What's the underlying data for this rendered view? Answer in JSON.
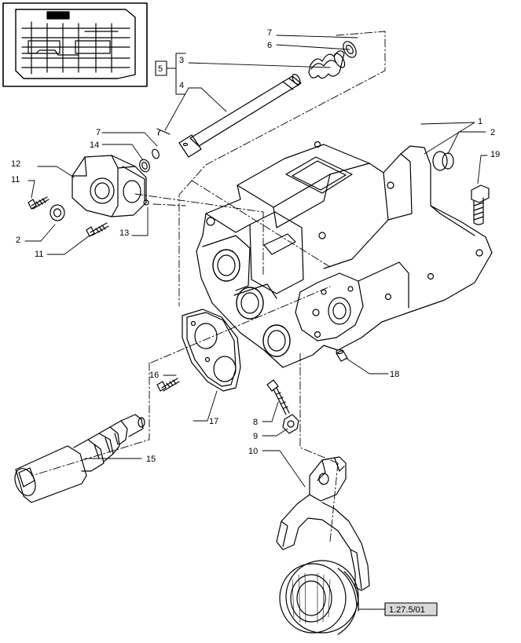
{
  "callouts": {
    "c1": "1",
    "c2": "2",
    "c2b": "2",
    "c3": "3",
    "c4": "4",
    "c5": "5",
    "c6": "6",
    "c7": "7",
    "c7b": "7",
    "c8": "8",
    "c9": "9",
    "c10": "10",
    "c11": "11",
    "c11b": "11",
    "c12": "12",
    "c13": "13",
    "c14": "14",
    "c15": "15",
    "c16": "16",
    "c17": "17",
    "c18": "18",
    "c19": "19"
  },
  "reference": "1.27.5/01"
}
